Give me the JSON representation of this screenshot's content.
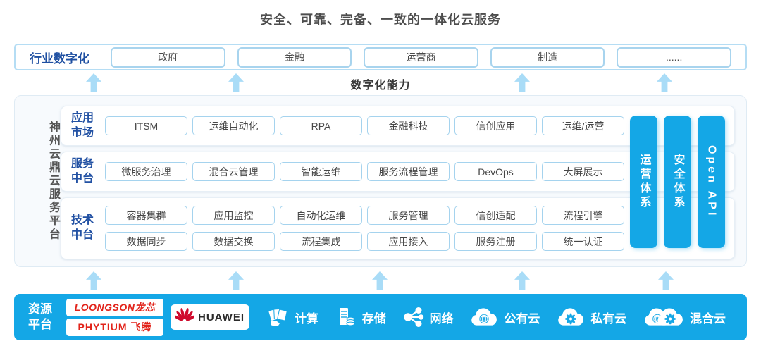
{
  "title": "安全、可靠、完备、一致的一体化云服务",
  "industry_row": {
    "label": "行业数字化",
    "items": [
      "政府",
      "金融",
      "运营商",
      "制造",
      "......"
    ]
  },
  "digital_capability_label": "数字化能力",
  "platform": {
    "name": "神州云鼎云服务平台",
    "sections": [
      {
        "label": "应用市场",
        "rows": [
          [
            "ITSM",
            "运维自动化",
            "RPA",
            "金融科技",
            "信创应用",
            "运维/运营"
          ]
        ]
      },
      {
        "label": "服务中台",
        "rows": [
          [
            "微服务治理",
            "混合云管理",
            "智能运维",
            "服务流程管理",
            "DevOps",
            "大屏展示"
          ]
        ]
      },
      {
        "label": "技术中台",
        "rows": [
          [
            "容器集群",
            "应用监控",
            "自动化运维",
            "服务管理",
            "信创适配",
            "流程引擎"
          ],
          [
            "数据同步",
            "数据交换",
            "流程集成",
            "应用接入",
            "服务注册",
            "统一认证"
          ]
        ]
      }
    ],
    "pillars": [
      "运营体系",
      "安全体系",
      "Open API"
    ]
  },
  "resource_row": {
    "label": "资源平台",
    "vendors": {
      "loongson": "LOONGSON龙芯",
      "phytium": "PHYTIUM 飞腾",
      "huawei": "HUAWEI"
    },
    "resources": [
      {
        "label": "计算",
        "icon": "compute-icon"
      },
      {
        "label": "存储",
        "icon": "storage-icon"
      },
      {
        "label": "网络",
        "icon": "network-icon"
      },
      {
        "label": "公有云",
        "icon": "public-cloud-icon"
      },
      {
        "label": "私有云",
        "icon": "private-cloud-icon"
      },
      {
        "label": "混合云",
        "icon": "hybrid-cloud-icon"
      }
    ]
  },
  "colors": {
    "accent_blue": "#14a7e6",
    "light_arrow_blue": "#a9dcf7",
    "chip_border_blue": "#a5d3ee",
    "deep_label_blue": "#2251a3",
    "vendor_red": "#e2231a"
  }
}
